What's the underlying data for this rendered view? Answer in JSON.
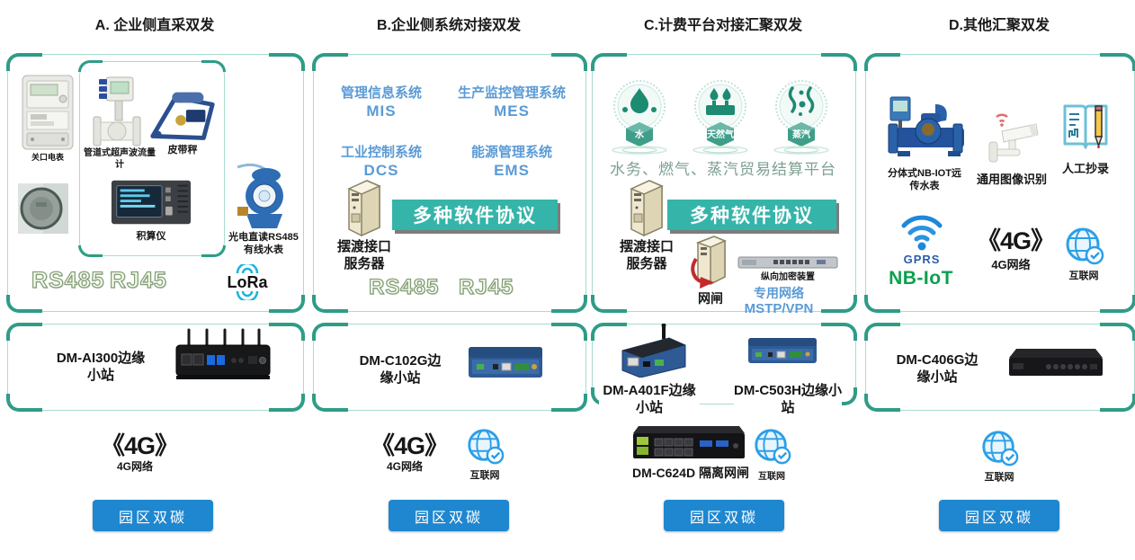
{
  "colors": {
    "frame_teal": "#a9dccf",
    "corner_teal": "#2f9c86",
    "banner_teal": "#35b5a9",
    "button_blue": "#1e87d0",
    "system_blue": "#5b9bd5",
    "nbiot_green": "#0aa14e",
    "resource_teal": "#1d8a72"
  },
  "icons": {
    "net_4g": "《4G》",
    "internet": "globe-with-check-shield",
    "gprs": "wifi-arcs",
    "lora": "radio-arcs"
  },
  "a": {
    "title": "A. 企业侧直采双发",
    "meter_label": "关口电表",
    "flowmeter_label": "管道式超声波流量计",
    "belt_scale_label": "皮带秤",
    "totalizer_label": "积算仪",
    "water_meter_label": "光电直读RS485有线水表",
    "protocol_rs485": "RS485",
    "protocol_rj45": "RJ45",
    "lora_label": "LoRa",
    "edge_label": "DM-AI300边缘小站",
    "net_4g_icon": "《4G》",
    "net_4g_label": "4G网络",
    "button_label": "园区双碳"
  },
  "b": {
    "title": "B.企业侧系统对接双发",
    "systems": [
      {
        "name": "管理信息系统",
        "abbr": "MIS"
      },
      {
        "name": "生产监控管理系统",
        "abbr": "MES"
      },
      {
        "name": "工业控制系统",
        "abbr": "DCS"
      },
      {
        "name": "能源管理系统",
        "abbr": "EMS"
      }
    ],
    "server_label": "摆渡接口服务器",
    "banner_label": "多种软件协议",
    "protocol_rs485": "RS485",
    "protocol_rj45": "RJ45",
    "edge_label": "DM-C102G边缘小站",
    "net_4g_icon": "《4G》",
    "net_4g_label": "4G网络",
    "internet_label": "互联网",
    "button_label": "园区双碳"
  },
  "c": {
    "title": "C.计费平台对接汇聚双发",
    "resources": [
      {
        "label": "水"
      },
      {
        "label": "天然气"
      },
      {
        "label": "蒸汽"
      }
    ],
    "platform_label": "水务、燃气、蒸汽贸易结算平台",
    "server_label": "摆渡接口服务器",
    "banner_label": "多种软件协议",
    "gatekeeper_label": "网闸",
    "encryption_label": "纵向加密装置",
    "private_net_line1": "专用网络",
    "private_net_line2": "MSTP/VPN",
    "edge1_label": "DM-A401F边缘小站",
    "edge2_label": "DM-C503H边缘小站",
    "isolation_label": "DM-C624D 隔离网闸",
    "internet_label": "互联网",
    "button_label": "园区双碳"
  },
  "d": {
    "title": "D.其他汇聚双发",
    "water_meter_label": "分体式NB-IOT远传水表",
    "camera_label": "通用图像识别",
    "manual_label": "人工抄录",
    "gprs_label": "GPRS",
    "nbiot_label": "NB-IoT",
    "net_4g_icon": "《4G》",
    "net_4g_label": "4G网络",
    "internet_label": "互联网",
    "edge_label": "DM-C406G边缘小站",
    "internet_bottom_label": "互联网",
    "button_label": "园区双碳"
  }
}
